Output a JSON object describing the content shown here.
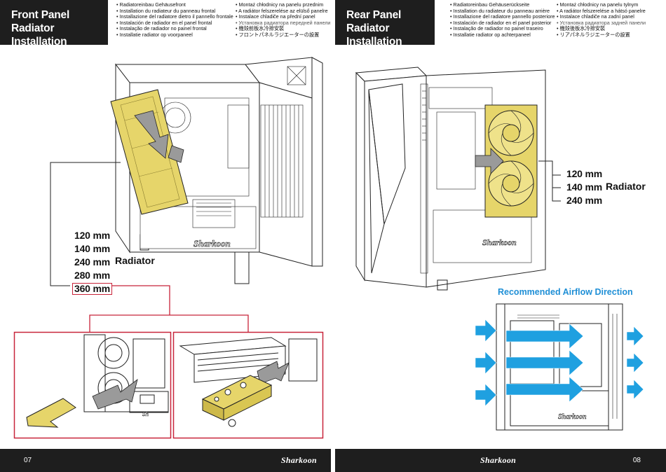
{
  "left_page": {
    "title_lines": [
      "Front Panel",
      "Radiator Installation"
    ],
    "languages_col1": [
      "Radiatoreinbau Gehäusefront",
      "Installation du radiateur du panneau frontal",
      "Installazione del radiatore dietro il pannello frontale",
      "Instalación de radiador en el panel frontal",
      "Instalação de radiador no painel frontal",
      "Installatie radiator op voorpaneel"
    ],
    "languages_col2": [
      "Montaż chłodnicy na panelu przednim",
      "A radiátor felszerelése az elülső panelre",
      "Instalace chladiče na přední panel",
      "Установка радиатора передней панели",
      "機殼前板水冷排安裝",
      "フロントパネルラジエーターの設置"
    ],
    "sizes": [
      "120 mm",
      "140 mm",
      "240 mm",
      "280 mm",
      "360 mm"
    ],
    "highlighted_size": "360 mm",
    "radiator_label": "Radiator",
    "page_number": "07",
    "logo_text": "Sharkoon"
  },
  "right_page": {
    "title_lines": [
      "Rear Panel",
      "Radiator Installation"
    ],
    "languages_col1": [
      "Radiatoreinbau Gehäuserückseite",
      "Installation du radiateur du panneau arrière",
      "Installazione del radiatore pannello posteriore",
      "Instalación de radiador en el panel posterior",
      "Instalação de radiador no painel traseiro",
      "Installatie radiator op achterpaneel"
    ],
    "languages_col2": [
      "Montaż chłodnicy na panelu tylnym",
      "A radiátor felszerelése a hátsó panelre",
      "Instalace chladiče na zadní panel",
      "Установка радиатора задней панели",
      "機殼後板水冷排安裝",
      "リアパネルラジエーターの設置"
    ],
    "sizes": [
      "120 mm",
      "140 mm",
      "240 mm"
    ],
    "radiator_label": "Radiator",
    "airflow_title": "Recommended Airflow Direction",
    "page_number": "08",
    "logo_text": "Sharkoon"
  },
  "colors": {
    "dark_bar": "#1e1e1e",
    "highlight_red": "#c8243a",
    "radiator_yellow": "#e6d56a",
    "airflow_blue": "#1f8fd6"
  }
}
